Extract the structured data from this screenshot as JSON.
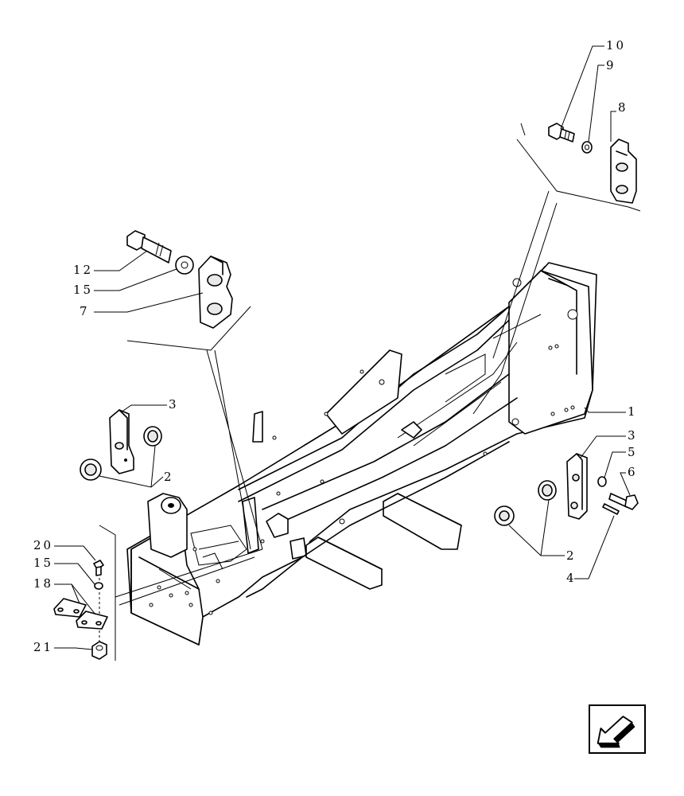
{
  "callouts": {
    "c1": "1",
    "c2a": "2",
    "c2b": "2",
    "c3a": "3",
    "c3b": "3",
    "c4": "4",
    "c5": "5",
    "c6": "6",
    "c7": "7",
    "c8": "8",
    "c9": "9",
    "c10": "10",
    "c12": "12",
    "c15a": "15",
    "c15b": "15",
    "c18": "18",
    "c20": "20",
    "c21": "21"
  },
  "nav": {
    "icon": "arrow-previous-icon"
  }
}
